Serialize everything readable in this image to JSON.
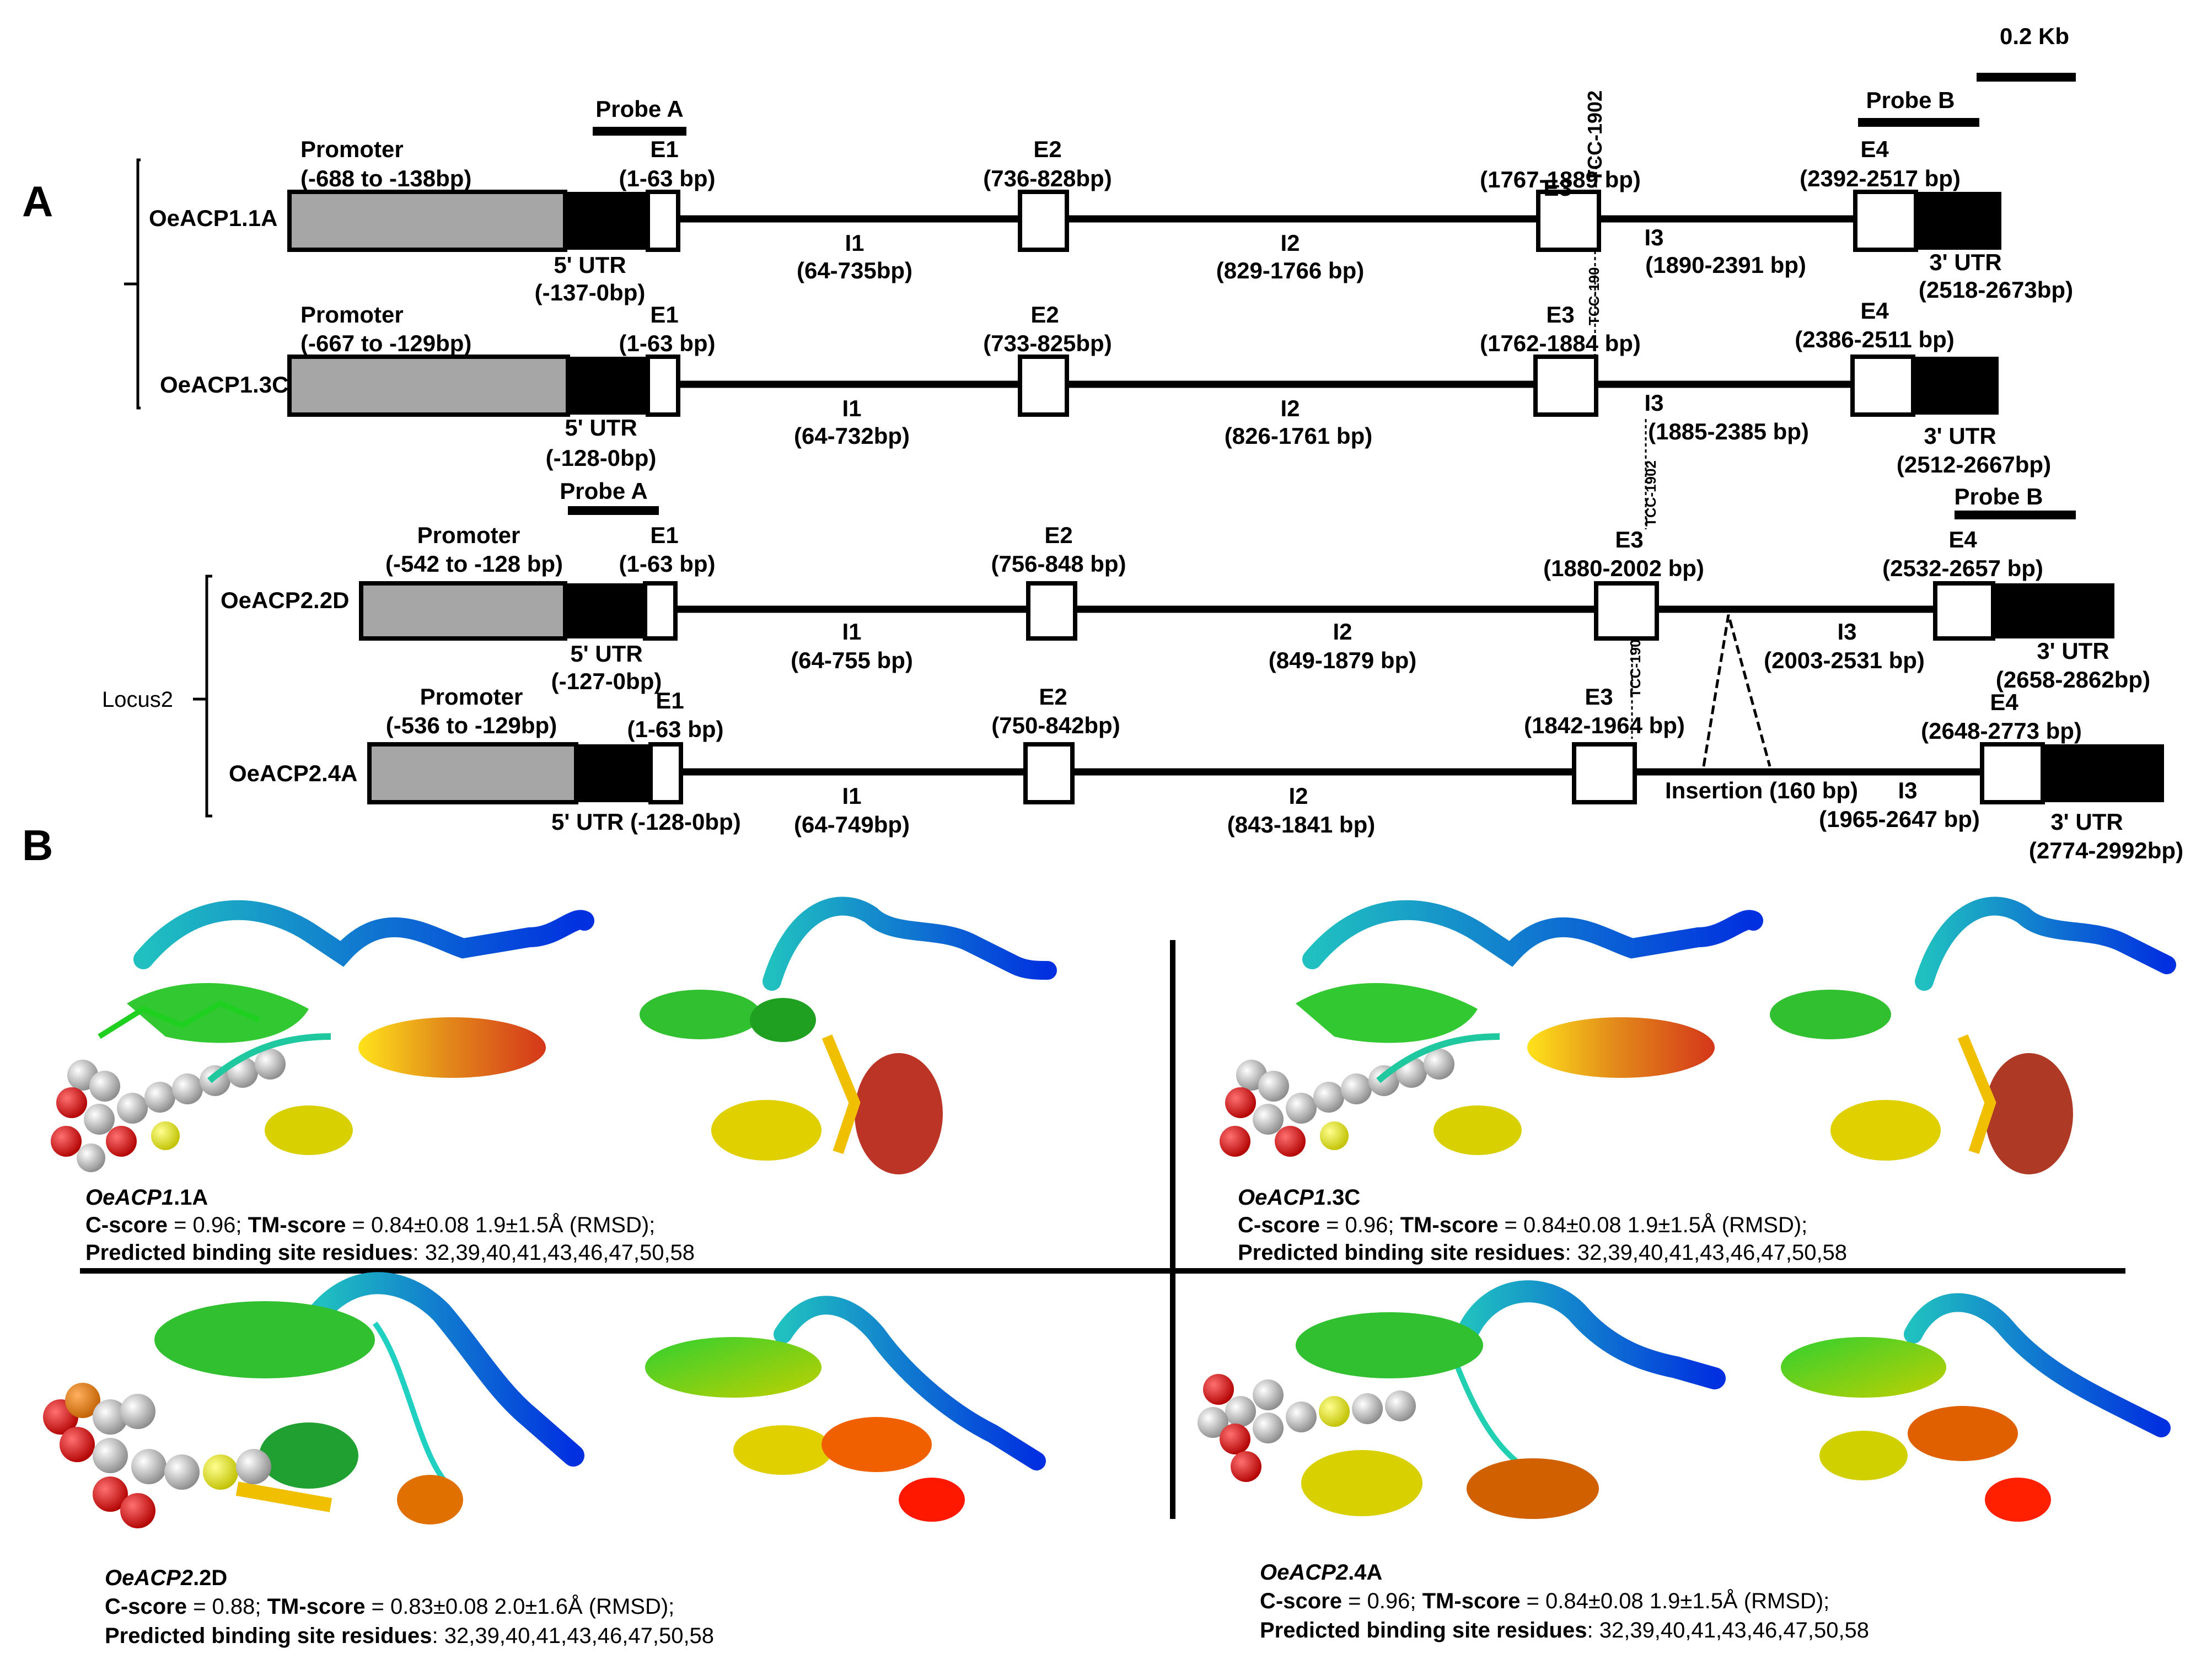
{
  "panel_a": {
    "label": "A",
    "scale_label": "0.2 Kb",
    "locus2_label": "Locus2",
    "genes": [
      {
        "name": "OeACP1.1A",
        "promoter_title": "Promoter",
        "promoter_range": "(-688 to -138bp)",
        "utr5_title": "5' UTR",
        "utr5_range": "(-137-0bp)",
        "e1_title": "E1",
        "e1_range": "(1-63 bp)",
        "e2_title": "E2",
        "e2_range": "(736-828bp)",
        "e3_title": "E3",
        "e3_range": "(1767-1889 bp)",
        "e4_title": "E4",
        "e4_range": "(2392-2517 bp)",
        "i1_title": "I1",
        "i1_range": "(64-735bp)",
        "i2_title": "I2",
        "i2_range": "(829-1766 bp)",
        "i3_title": "I3",
        "i3_range": "(1890-2391 bp)",
        "utr3_title": "3' UTR",
        "utr3_range": "(2518-2673bp)",
        "probe_a": "Probe A",
        "probe_b": "Probe B",
        "tcc_top": "TCC-1902",
        "tcc_bottom": "TCC-190"
      },
      {
        "name": "OeACP1.3C",
        "promoter_title": "Promoter",
        "promoter_range": "(-667 to -129bp)",
        "utr5_title": "5' UTR",
        "utr5_range": "(-128-0bp)",
        "e1_title": "E1",
        "e1_range": "(1-63 bp)",
        "e2_title": "E2",
        "e2_range": "(733-825bp)",
        "e3_title": "E3",
        "e3_range": "(1762-1884 bp)",
        "e4_title": "E4",
        "e4_range": "(2386-2511 bp)",
        "i1_title": "I1",
        "i1_range": "(64-732bp)",
        "i2_title": "I2",
        "i2_range": "(826-1761 bp)",
        "i3_title": "I3",
        "i3_range": "(1885-2385 bp)",
        "utr3_title": "3' UTR",
        "utr3_range": "(2512-2667bp)",
        "tcc_bottom": "TCC-1902"
      },
      {
        "name": "OeACP2.2D",
        "promoter_title": "Promoter",
        "promoter_range": "(-542 to -128 bp)",
        "utr5_title": "5' UTR",
        "utr5_range": "(-127-0bp)",
        "e1_title": "E1",
        "e1_range": "(1-63 bp)",
        "e2_title": "E2",
        "e2_range": "(756-848 bp)",
        "e3_title": "E3",
        "e3_range": "(1880-2002 bp)",
        "e4_title": "E4",
        "e4_range": "(2532-2657 bp)",
        "i1_title": "I1",
        "i1_range": "(64-755 bp)",
        "i2_title": "I2",
        "i2_range": "(849-1879 bp)",
        "i3_title": "I3",
        "i3_range": "(2003-2531 bp)",
        "utr3_title": "3' UTR",
        "utr3_range": "(2658-2862bp)",
        "probe_a": "Probe A",
        "probe_b": "Probe B",
        "tcc_bottom": "TCC-190"
      },
      {
        "name": "OeACP2.4A",
        "promoter_title": "Promoter",
        "promoter_range": "(-536 to -129bp)",
        "utr5": "5' UTR (-128-0bp)",
        "e1_title": "E1",
        "e1_range": "(1-63 bp)",
        "e2_title": "E2",
        "e2_range": "(750-842bp)",
        "e3_title": "E3",
        "e3_range": "(1842-1964 bp)",
        "e4_title": "E4",
        "e4_range": "(2648-2773 bp)",
        "i1_title": "I1",
        "i1_range": "(64-749bp)",
        "i2_title": "I2",
        "i2_range": "(843-1841 bp)",
        "i3_title": "I3",
        "i3_range": "(1965-2647 bp)",
        "utr3_title": "3' UTR",
        "utr3_range": "(2774-2992bp)",
        "insertion": "Insertion (160 bp)"
      }
    ]
  },
  "panel_b": {
    "label": "B",
    "models": [
      {
        "name_italic": "OeACP1",
        "name_rest": ".1A",
        "cscore_label": "C-score",
        "cscore_value": " = 0.96; ",
        "tm_label": "TM-score",
        "tm_value": " = 0.84±0.08 1.9±1.5Å (RMSD);",
        "binding_label": "Predicted binding site residues",
        "binding_value": ": 32,39,40,41,43,46,47,50,58"
      },
      {
        "name_italic": "OeACP1",
        "name_rest": ".3C",
        "cscore_label": "C-score",
        "cscore_value": " = 0.96; ",
        "tm_label": "TM-score",
        "tm_value": " = 0.84±0.08 1.9±1.5Å (RMSD);",
        "binding_label": "Predicted binding site residues",
        "binding_value": ": 32,39,40,41,43,46,47,50,58"
      },
      {
        "name_italic": "OeACP2",
        "name_rest": ".2D",
        "cscore_label": "C-score",
        "cscore_value": " = 0.88; ",
        "tm_label": "TM-score",
        "tm_value": " = 0.83±0.08 2.0±1.6Å (RMSD);",
        "binding_label": "Predicted binding site residues",
        "binding_value": ": 32,39,40,41,43,46,47,50,58"
      },
      {
        "name_italic": "OeACP2",
        "name_rest": ".4A",
        "cscore_label": "C-score",
        "cscore_value": " = 0.96; ",
        "tm_label": "TM-score",
        "tm_value": " = 0.84±0.08 1.9±1.5Å (RMSD);",
        "binding_label": "Predicted binding site residues",
        "binding_value": ": 32,39,40,41,43,46,47,50,58"
      }
    ]
  }
}
